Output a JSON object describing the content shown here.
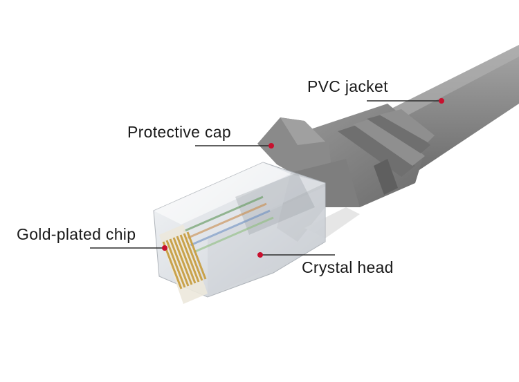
{
  "labels": {
    "pvc_jacket": "PVC jacket",
    "protective_cap": "Protective cap",
    "gold_plated_chip": "Gold-plated chip",
    "crystal_head": "Crystal head"
  },
  "colors": {
    "cable_gray": "#8a8a8a",
    "boot_gray": "#7c7c7c",
    "marker_red": "#c8102e",
    "leader_line": "#2b2b2b",
    "text": "#1a1a1a"
  }
}
